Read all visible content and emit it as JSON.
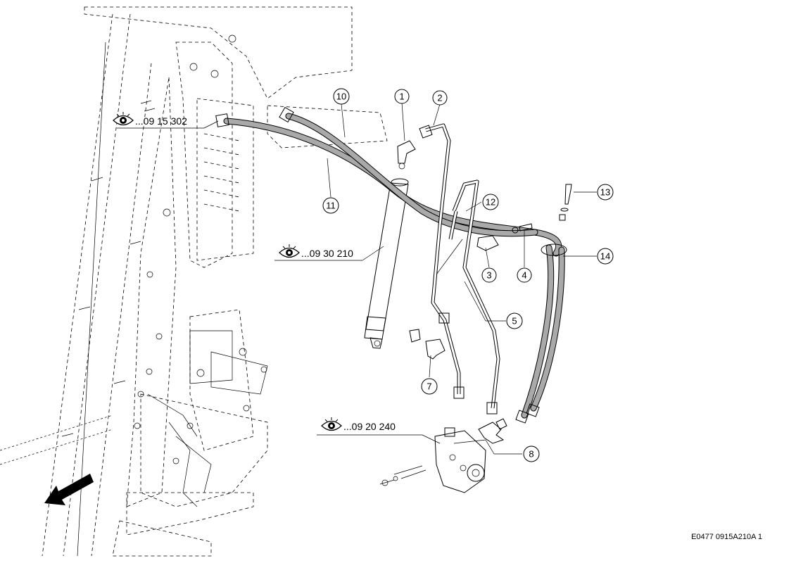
{
  "callouts": [
    {
      "label": "1"
    },
    {
      "label": "2"
    },
    {
      "label": "3"
    },
    {
      "label": "4"
    },
    {
      "label": "5"
    },
    {
      "label": "7"
    },
    {
      "label": "8"
    },
    {
      "label": "10"
    },
    {
      "label": "11"
    },
    {
      "label": "12"
    },
    {
      "label": "13"
    },
    {
      "label": "14"
    }
  ],
  "references": [
    {
      "label": "...09 15 302",
      "icon": "eye-icon"
    },
    {
      "label": "...09 30 210",
      "icon": "eye-icon"
    },
    {
      "label": "...09 20 240",
      "icon": "eye-icon"
    }
  ],
  "drawing_code": "E0477 0915A210A 1",
  "hose_color": "#a9a9a9"
}
